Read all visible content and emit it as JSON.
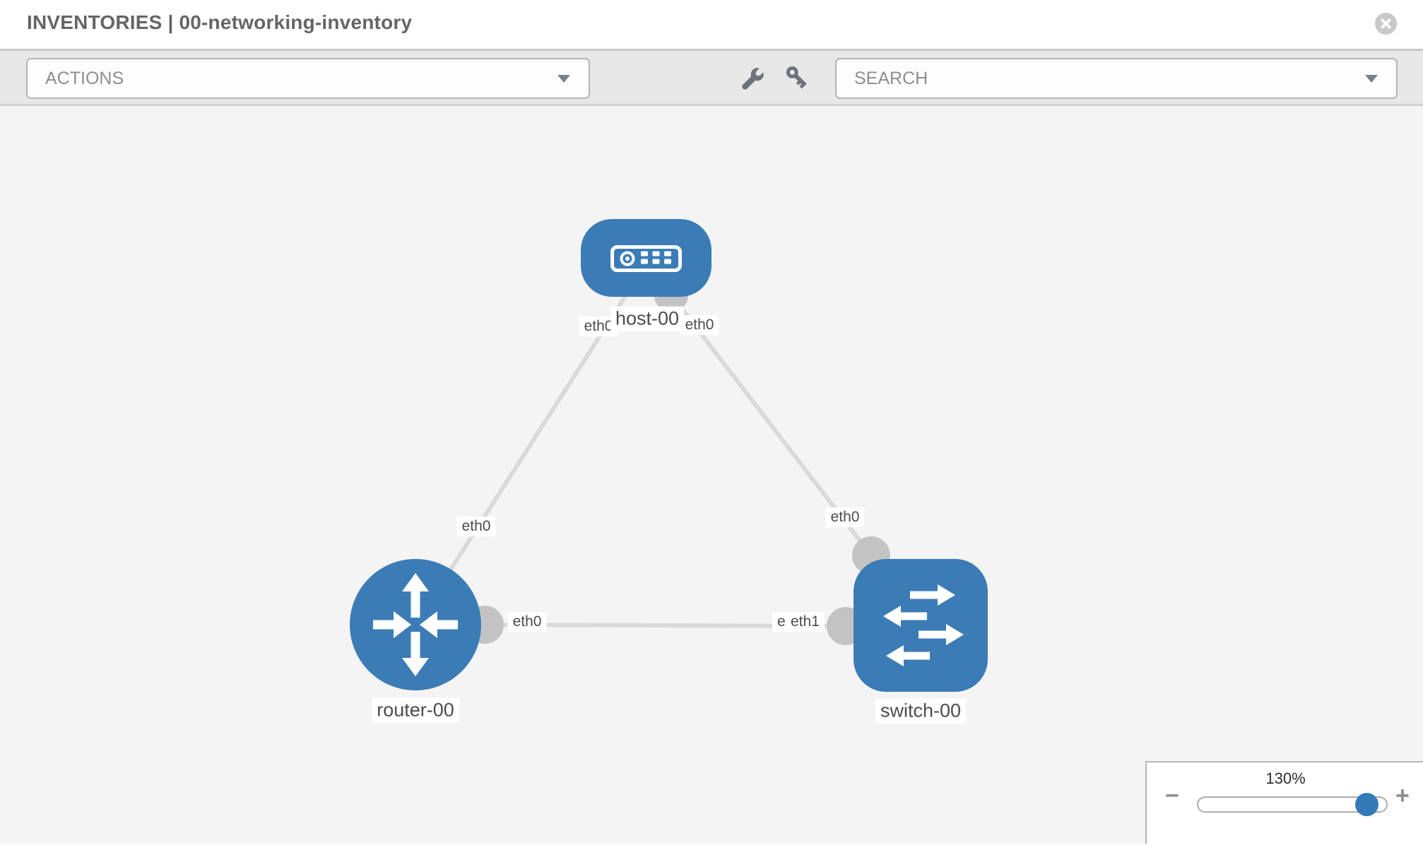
{
  "header": {
    "title": "INVENTORIES | 00-networking-inventory"
  },
  "toolbar": {
    "actions_label": "ACTIONS",
    "search_label": "SEARCH"
  },
  "topology": {
    "nodes": [
      {
        "type": "host",
        "label": "host-00"
      },
      {
        "type": "router",
        "label": "router-00"
      },
      {
        "type": "switch",
        "label": "switch-00"
      }
    ],
    "interfaces": {
      "host_left": "eth0",
      "host_right": "eth0",
      "host_router_link": "eth0",
      "host_switch_link": "eth0",
      "router_switch_link_router_end": "eth0",
      "router_switch_link_switch_end_back": "eth0",
      "router_switch_link_switch_end_front": "eth1"
    }
  },
  "zoom": {
    "level": "130%",
    "minus_label": "−",
    "plus_label": "+"
  },
  "colors": {
    "node_blue": "#3c7cb6",
    "edge_gray": "#d9d9d9",
    "connector_gray": "#c3c3c3",
    "thumb_blue": "#337ab7",
    "icon_gray": "#6d727b"
  }
}
